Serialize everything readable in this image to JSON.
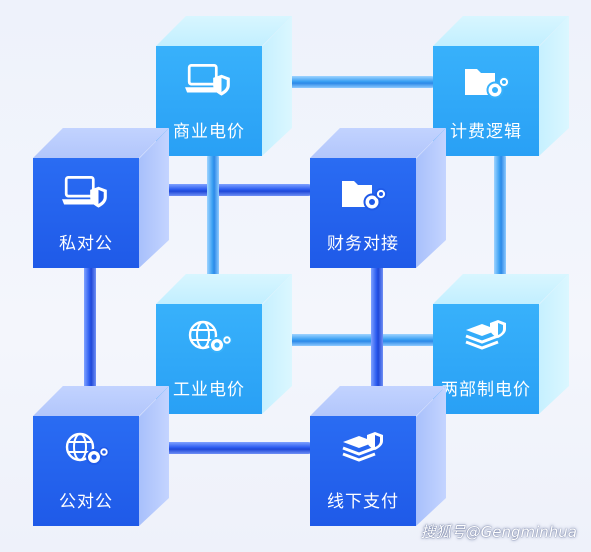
{
  "nodes": {
    "shangye": {
      "label": "商业电价",
      "icon": "laptop-shield-icon"
    },
    "jifei": {
      "label": "计费逻辑",
      "icon": "folder-gear-icon"
    },
    "siduigong": {
      "label": "私对公",
      "icon": "laptop-shield-icon"
    },
    "caiwu": {
      "label": "财务对接",
      "icon": "folder-gear-icon"
    },
    "gongye": {
      "label": "工业电价",
      "icon": "globe-gear-icon"
    },
    "liangbu": {
      "label": "两部制电价",
      "icon": "layers-shield-icon"
    },
    "gongduigong": {
      "label": "公对公",
      "icon": "globe-gear-icon"
    },
    "xianxia": {
      "label": "线下支付",
      "icon": "layers-shield-icon"
    }
  },
  "watermark": "搜狐号@Gengminhua",
  "colors": {
    "light_front": "#38b1fb",
    "dark_front": "#1f5ae8",
    "light_top": "#c2efff",
    "dark_top": "#b2c6fb"
  }
}
